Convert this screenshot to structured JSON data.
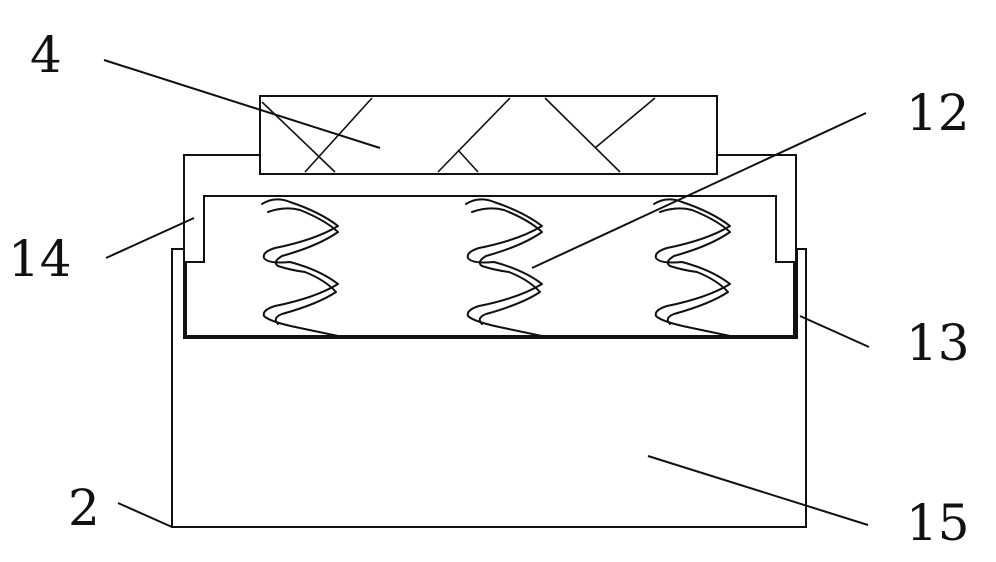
{
  "labels": {
    "part_4": "4",
    "part_12": "12",
    "part_14": "14",
    "part_13": "13",
    "part_2": "2",
    "part_15": "15"
  },
  "colors": {
    "line": "#111111",
    "background": "#ffffff"
  }
}
